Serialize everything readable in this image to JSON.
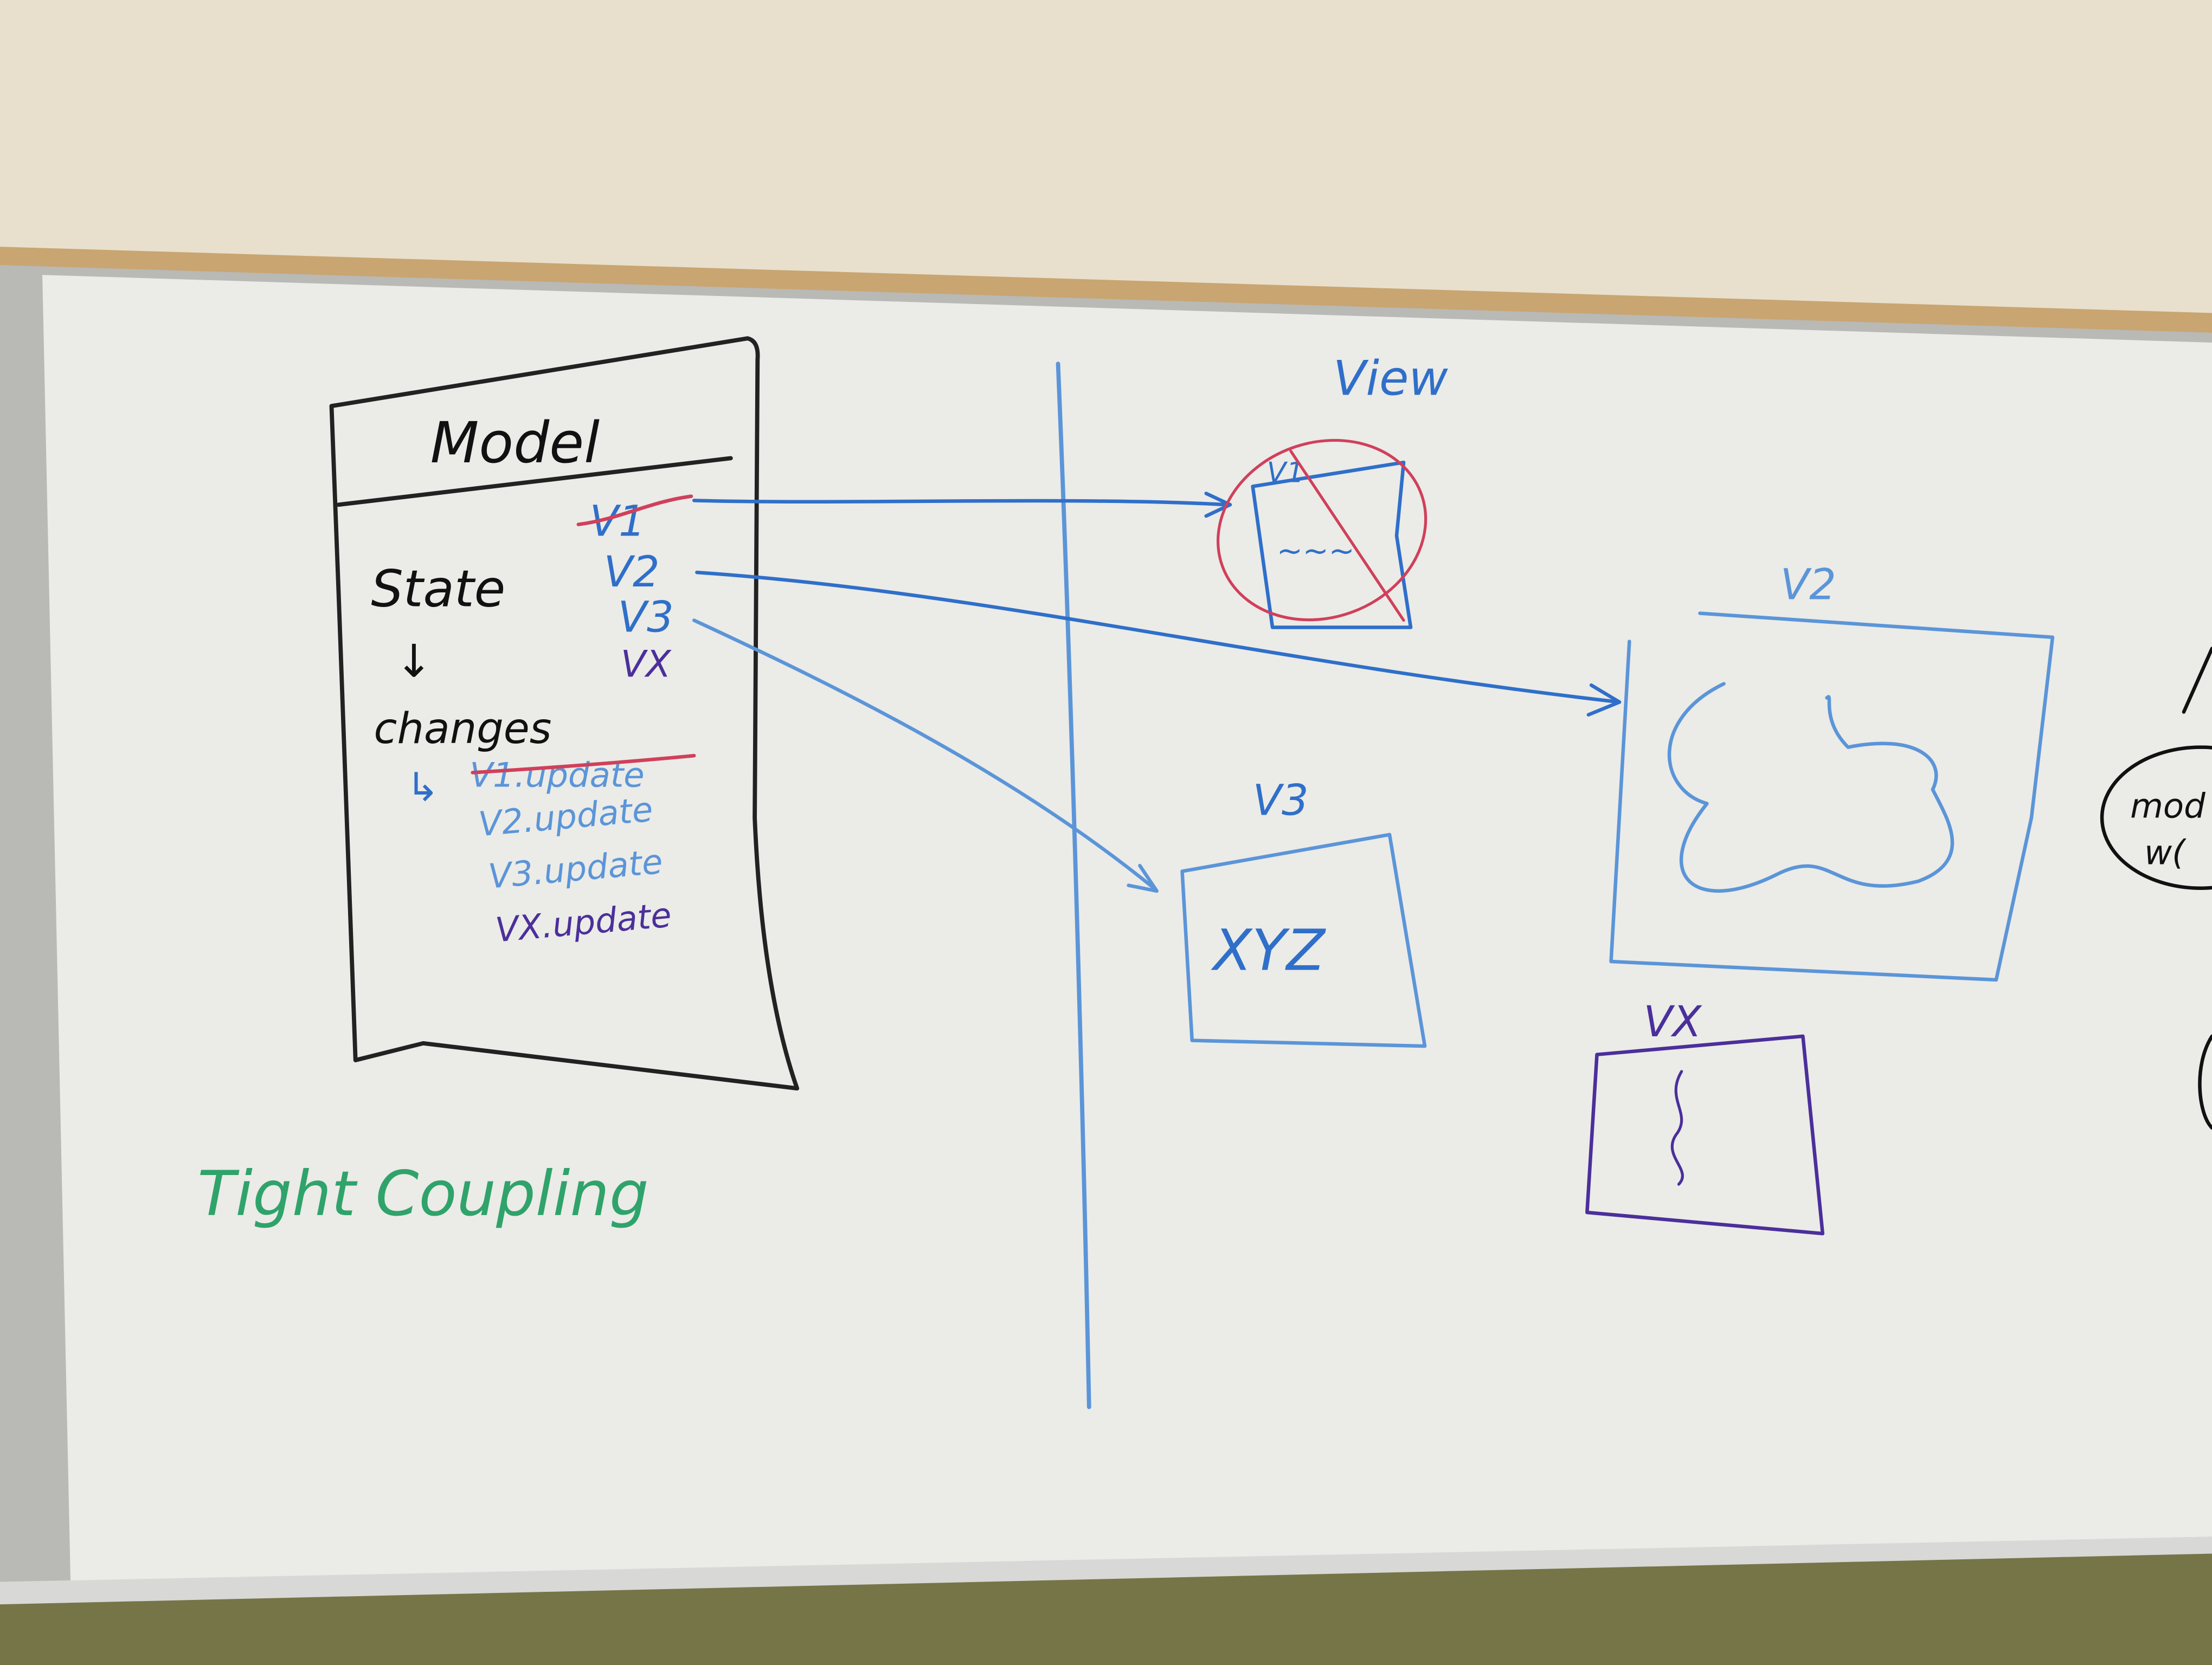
{
  "colors": {
    "wall": "#e8e0cc",
    "board": "#ebebe8",
    "cork_strip": "#c9a572",
    "black_marker": "#1a1a1a",
    "blue_marker": "#2f6fc9",
    "light_blue_marker": "#5b95d8",
    "purple_marker": "#4b2f9a",
    "red_marker": "#d0405a",
    "green_marker": "#2fa36a"
  },
  "model_box": {
    "title": "Model",
    "state_label": "State",
    "arrow_down": "↓",
    "changes_label": "changes",
    "views_list": [
      "V1",
      "V2",
      "V3",
      "VX"
    ],
    "update_arrow": "↳",
    "update_calls": [
      "V1.update",
      "V2.update",
      "V3.update",
      "VX.update"
    ],
    "crossed_out": [
      "V1",
      "V1.update"
    ]
  },
  "view_area": {
    "heading": "View",
    "views": [
      {
        "label": "V1",
        "content": "~~~",
        "crossed_out": true
      },
      {
        "label": "V2"
      },
      {
        "label": "V3",
        "content": "XYZ"
      },
      {
        "label": "VX"
      }
    ]
  },
  "caption": "Tight Coupling",
  "edge_partial": {
    "line1": "mod",
    "line2": "w("
  }
}
